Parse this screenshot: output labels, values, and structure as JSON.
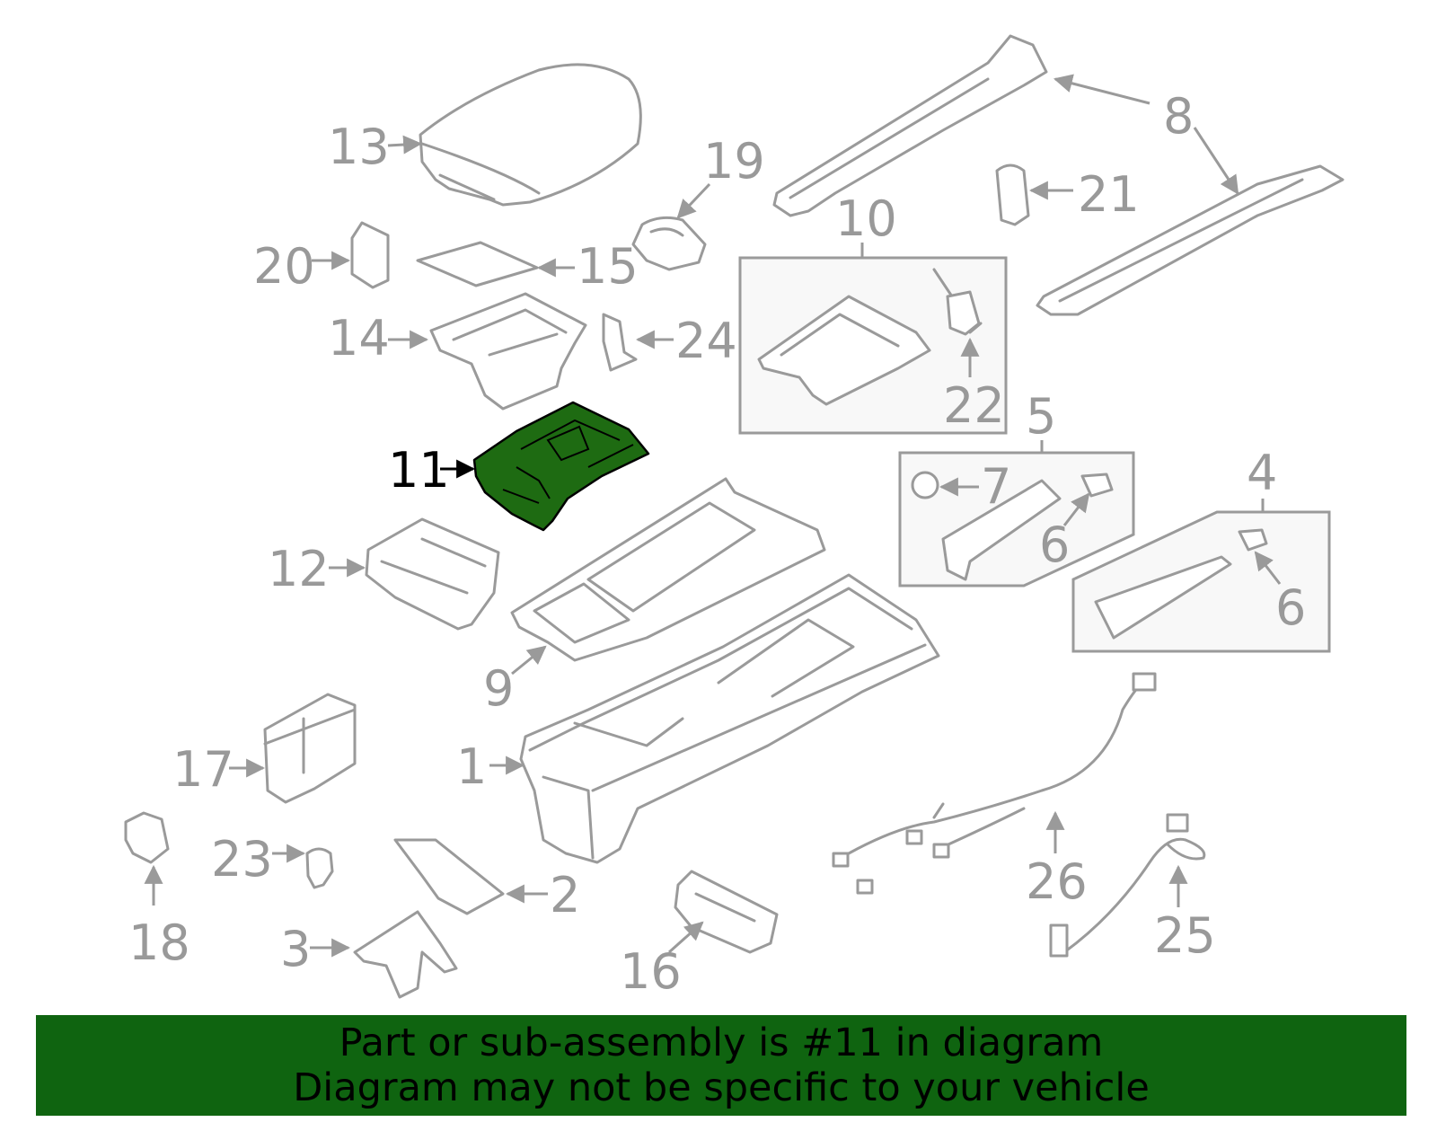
{
  "diagram": {
    "highlight_color": "#1e6b12",
    "highlighted_part": "11",
    "labels": [
      {
        "id": "l1",
        "text": "1"
      },
      {
        "id": "l2",
        "text": "2"
      },
      {
        "id": "l3",
        "text": "3"
      },
      {
        "id": "l4",
        "text": "4"
      },
      {
        "id": "l5",
        "text": "5"
      },
      {
        "id": "l6a",
        "text": "6"
      },
      {
        "id": "l6b",
        "text": "6"
      },
      {
        "id": "l7",
        "text": "7"
      },
      {
        "id": "l8",
        "text": "8"
      },
      {
        "id": "l9",
        "text": "9"
      },
      {
        "id": "l10",
        "text": "10"
      },
      {
        "id": "l11",
        "text": "11"
      },
      {
        "id": "l12",
        "text": "12"
      },
      {
        "id": "l13",
        "text": "13"
      },
      {
        "id": "l14",
        "text": "14"
      },
      {
        "id": "l15",
        "text": "15"
      },
      {
        "id": "l16",
        "text": "16"
      },
      {
        "id": "l17",
        "text": "17"
      },
      {
        "id": "l18",
        "text": "18"
      },
      {
        "id": "l19",
        "text": "19"
      },
      {
        "id": "l20",
        "text": "20"
      },
      {
        "id": "l21",
        "text": "21"
      },
      {
        "id": "l22",
        "text": "22"
      },
      {
        "id": "l23",
        "text": "23"
      },
      {
        "id": "l24",
        "text": "24"
      },
      {
        "id": "l25",
        "text": "25"
      },
      {
        "id": "l26",
        "text": "26"
      }
    ]
  },
  "banner": {
    "background": "#0f6410",
    "line1": "Part or sub-assembly is #11 in diagram",
    "line2": "Diagram may not be specific to your vehicle"
  }
}
